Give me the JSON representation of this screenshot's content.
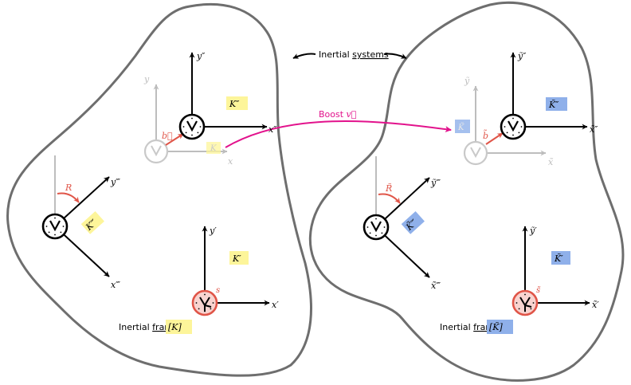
{
  "colors": {
    "blob": "#6e6e6e",
    "axis": "#000000",
    "faded": "#bdbdbd",
    "red": "#e05548",
    "magenta": "#e2128c",
    "yellow_box": "#fdf59a",
    "blue_box": "#8fb0ea"
  },
  "header": {
    "systems_prefix": "Inertial ",
    "systems_underlined": "systems"
  },
  "boost": {
    "label": "Boost ",
    "symbol": "v⃗"
  },
  "left": {
    "frame_prefix": "Inertial ",
    "frame_underlined": "frame",
    "frame_tag": "[K]",
    "frames": {
      "k": {
        "tag": "K",
        "x": "x",
        "y": "y"
      },
      "k2": {
        "tag": "K″",
        "x": "x″",
        "y": "y″"
      },
      "k3": {
        "tag": "K‴",
        "x": "x‴",
        "y": "y‴"
      },
      "k1": {
        "tag": "K′",
        "x": "x′",
        "y": "y′"
      }
    },
    "b": "b⃗",
    "r": "R",
    "s": "s"
  },
  "right": {
    "frame_prefix": "Inertial ",
    "frame_underlined": "frame",
    "frame_tag": "[K̃]",
    "frames": {
      "k": {
        "tag": "K̃",
        "x": "x̃",
        "y": "ỹ"
      },
      "k2": {
        "tag": "K̃″",
        "x": "x̃″",
        "y": "ỹ″"
      },
      "k3": {
        "tag": "K̃‴",
        "x": "x̃‴",
        "y": "ỹ‴"
      },
      "k1": {
        "tag": "K̃′",
        "x": "x̃′",
        "y": "ỹ′"
      }
    },
    "b": "b̃",
    "r": "R̃",
    "s": "s̃"
  }
}
